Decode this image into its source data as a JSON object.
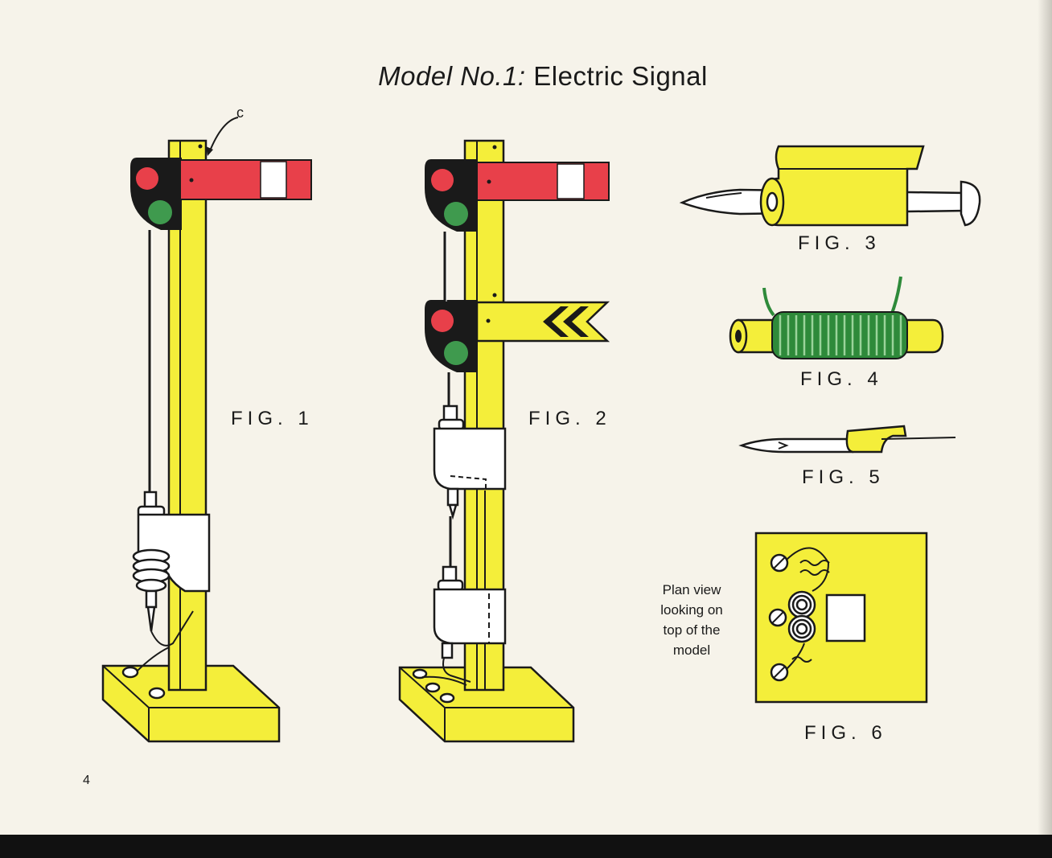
{
  "title": {
    "model": "Model No.1:",
    "name": "Electric Signal"
  },
  "labels": {
    "c": "c",
    "fig1": "FIG. 1",
    "fig2": "FIG. 2",
    "fig3": "FIG. 3",
    "fig4": "FIG. 4",
    "fig5": "FIG. 5",
    "fig6": "FIG. 6"
  },
  "plan_note": [
    "Plan view",
    "looking on",
    "top of the",
    "model"
  ],
  "page_number": "4",
  "colors": {
    "yellow": "#f4ee3a",
    "red": "#e8404a",
    "green": "#3f9a4e",
    "wire_green": "#2e8a3a",
    "black": "#1a1a1a",
    "white": "#ffffff"
  }
}
